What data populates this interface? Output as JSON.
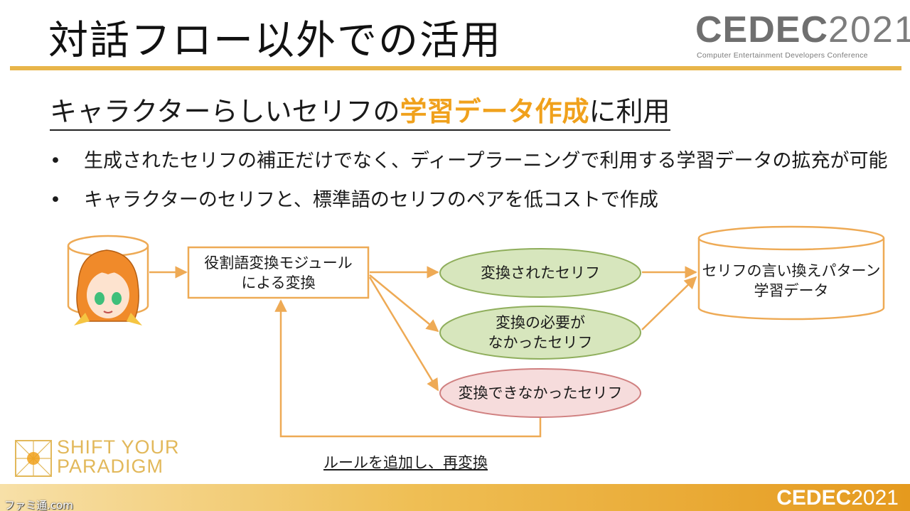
{
  "slide": {
    "title": "対話フロー以外での活用",
    "heading_pre": "キャラクターらしいセリフの",
    "heading_highlight": "学習データ作成",
    "heading_post": "に利用",
    "bullets": [
      "生成されたセリフの補正だけでなく、ディープラーニングで利用する学習データの拡充が可能",
      "キャラクターのセリフと、標準語のセリフのペアを低コストで作成"
    ],
    "bullet_symbol": "•"
  },
  "logo": {
    "cedec": "CEDEC",
    "year": "2021",
    "subtitle": "Computer Entertainment Developers Conference"
  },
  "diagram": {
    "module_line1": "役割語変換モジュール",
    "module_line2": "による変換",
    "converted": "変換されたセリフ",
    "no_need_line1": "変換の必要が",
    "no_need_line2": "なかったセリフ",
    "failed": "変換できなかったセリフ",
    "output_line1": "セリフの言い換えパターン",
    "output_line2": "学習データ",
    "feedback_label": "ルールを追加し、再変換"
  },
  "branding": {
    "syp_line1": "SHIFT YOUR",
    "syp_line2": "PARADIGM",
    "footer_cedec": "CEDEC",
    "footer_year": "2021",
    "watermark": "ファミ通.com"
  },
  "colors": {
    "accent": "#f0a11c",
    "arrow": "#eeaa55",
    "green_fill": "#d7e6bd",
    "green_stroke": "#8fae5c",
    "red_fill": "#f6dcdc",
    "red_stroke": "#d08080"
  }
}
